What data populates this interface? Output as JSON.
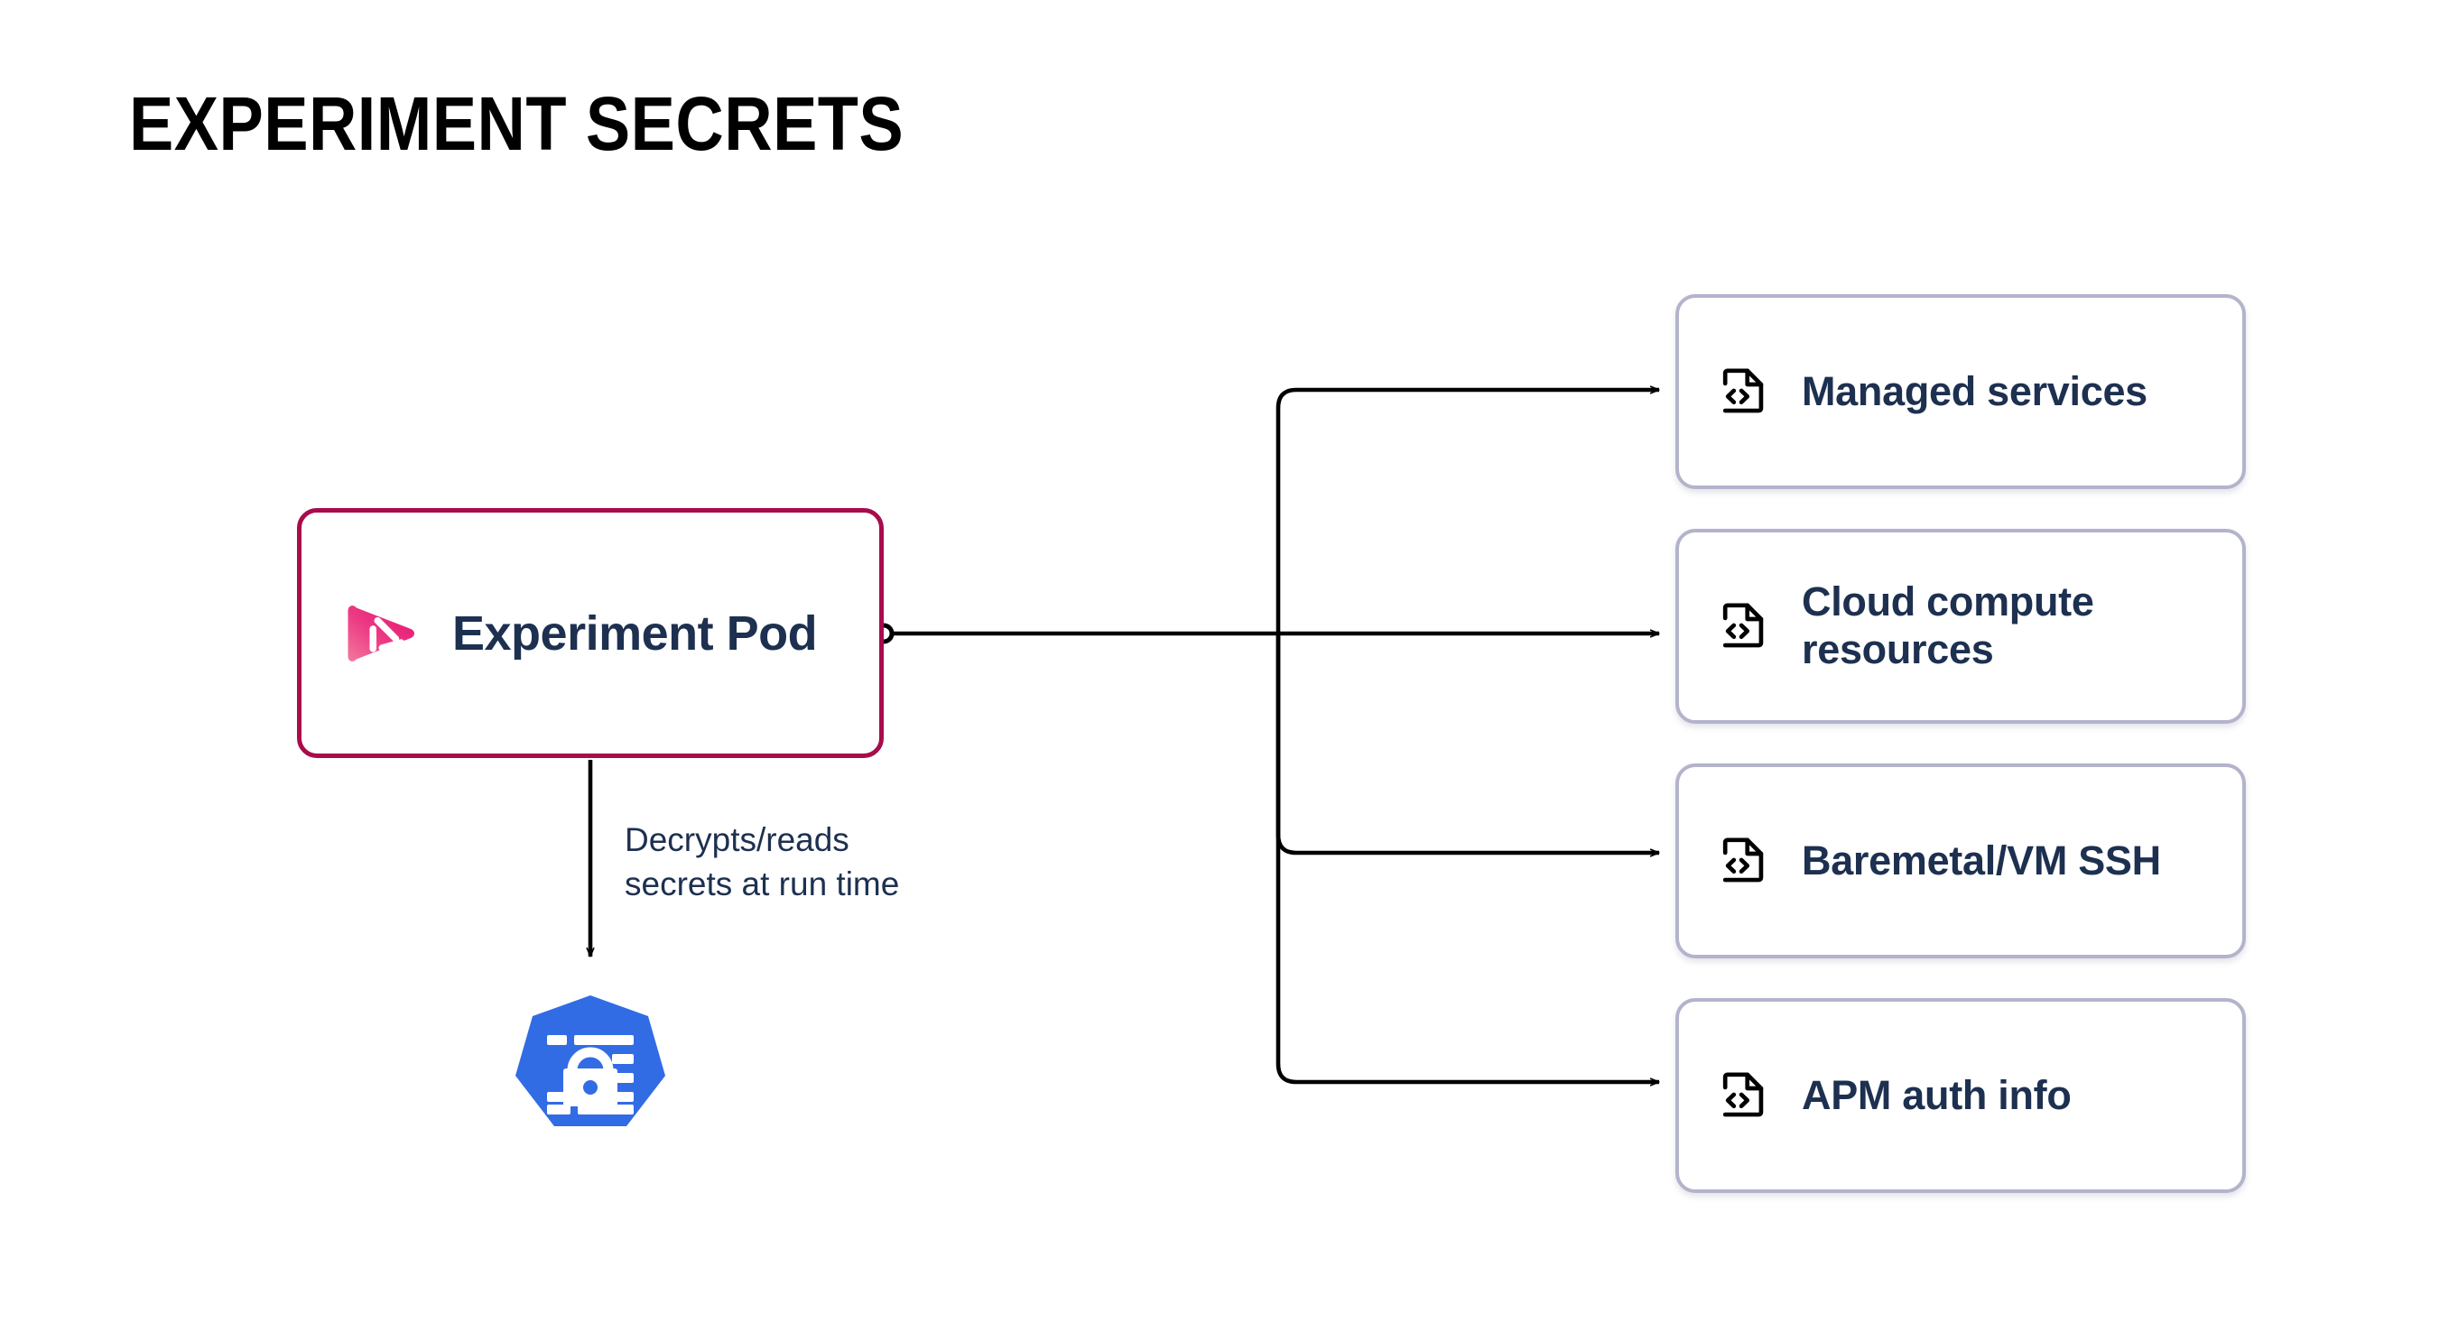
{
  "page": {
    "title": "EXPERIMENT SECRETS",
    "background_color": "#FFFFFF"
  },
  "colors": {
    "pod_border": "#A80C4C",
    "pod_logo_pink_light": "#F0629B",
    "pod_logo_pink_dark": "#E4116F",
    "text_navy": "#1D3050",
    "card_border": "#B3B3CC",
    "card_background": "#FFFFFF",
    "connector_line": "#000000",
    "kubernetes_blue": "#326CE5",
    "title_color": "#000000"
  },
  "pod_node": {
    "label": "Experiment Pod",
    "logo_icon": "experiment-pod-logo-icon",
    "border_color": "#A80C4C"
  },
  "secret_node": {
    "label": "secret",
    "icon": "kubernetes-secret-icon",
    "fill_color": "#326CE5"
  },
  "connectors": {
    "pod_to_secret": {
      "caption": "Decrypts/reads\nsecrets at run time",
      "direction": "down",
      "arrowhead": true
    },
    "pod_to_resources": {
      "source_port": "pod-right-port",
      "branch_count": 4,
      "arrowhead": true
    }
  },
  "resource_cards": [
    {
      "label": "Managed services",
      "icon": "file-code-icon"
    },
    {
      "label": "Cloud compute resources",
      "icon": "file-code-icon"
    },
    {
      "label": "Baremetal/VM SSH",
      "icon": "file-code-icon"
    },
    {
      "label": "APM auth info",
      "icon": "file-code-icon"
    }
  ]
}
